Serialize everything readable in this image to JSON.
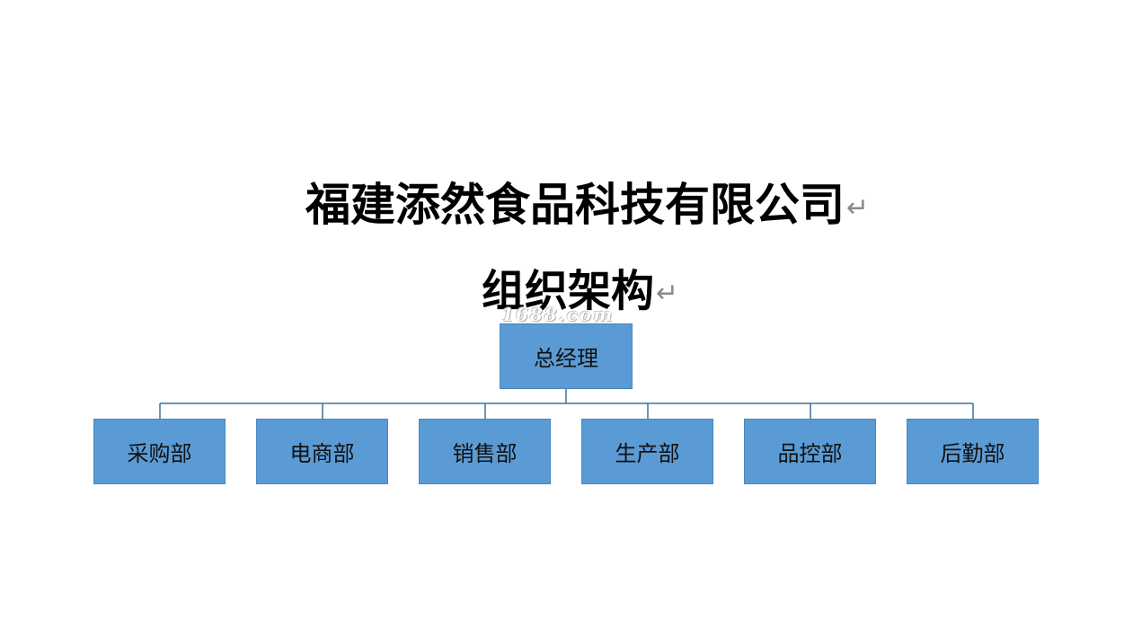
{
  "header": {
    "company_name": "福建添然食品科技有限公司",
    "chart_title": "组织架构",
    "paragraph_mark": "↵"
  },
  "watermark": "1688.com",
  "org_chart": {
    "root": "总经理",
    "departments": [
      "采购部",
      "电商部",
      "销售部",
      "生产部",
      "品控部",
      "后勤部"
    ]
  },
  "colors": {
    "box_fill": "#5b9bd5",
    "connector": "#41719c"
  }
}
